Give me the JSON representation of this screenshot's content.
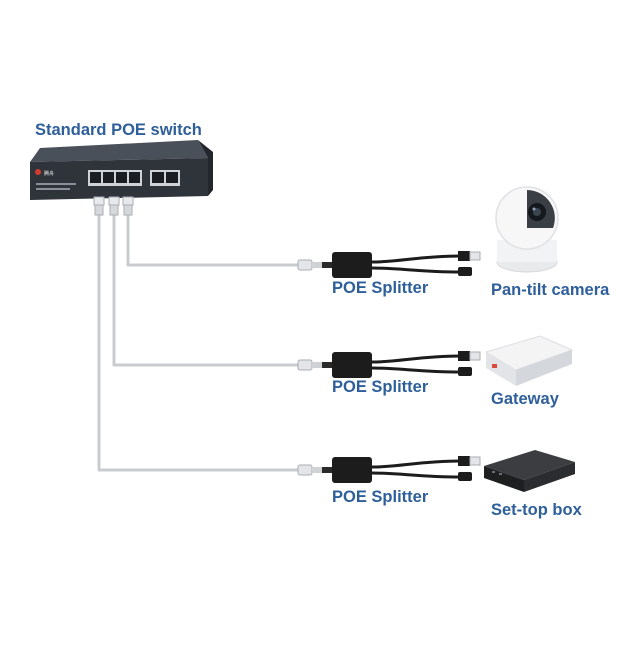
{
  "diagram": {
    "switch_label": "Standard POE switch",
    "switch_brand": "腾舟",
    "splitters": [
      {
        "label": "POE Splitter"
      },
      {
        "label": "POE Splitter"
      },
      {
        "label": "POE Splitter"
      }
    ],
    "devices": [
      {
        "label": "Pan-tilt camera",
        "icon": "pan-tilt-camera-icon"
      },
      {
        "label": "Gateway",
        "icon": "gateway-router-icon"
      },
      {
        "label": "Set-top box",
        "icon": "set-top-box-icon"
      }
    ],
    "colors": {
      "label_blue": "#2e5f9a",
      "cable_gray": "#c9cccf",
      "switch_body": "#3a3f47",
      "splitter_black": "#1c1c1c"
    }
  }
}
